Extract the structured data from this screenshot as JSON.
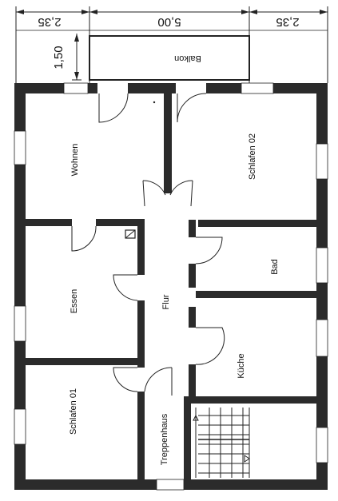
{
  "dimensions": {
    "left_width": "2,35",
    "middle_width": "5,00",
    "right_width": "2,35",
    "balcony_depth": "1,50"
  },
  "rooms": {
    "balcony": "Balkon",
    "living": "Wohnen",
    "bedroom_2": "Schlafen 02",
    "dining": "Essen",
    "hallway": "Flur",
    "bath": "Bad",
    "kitchen": "Küche",
    "bedroom_1": "Schlafen 01",
    "stairwell": "Treppenhaus"
  },
  "colors": {
    "wall": "#2b2b2b",
    "line": "#222222",
    "paper": "#ffffff"
  }
}
